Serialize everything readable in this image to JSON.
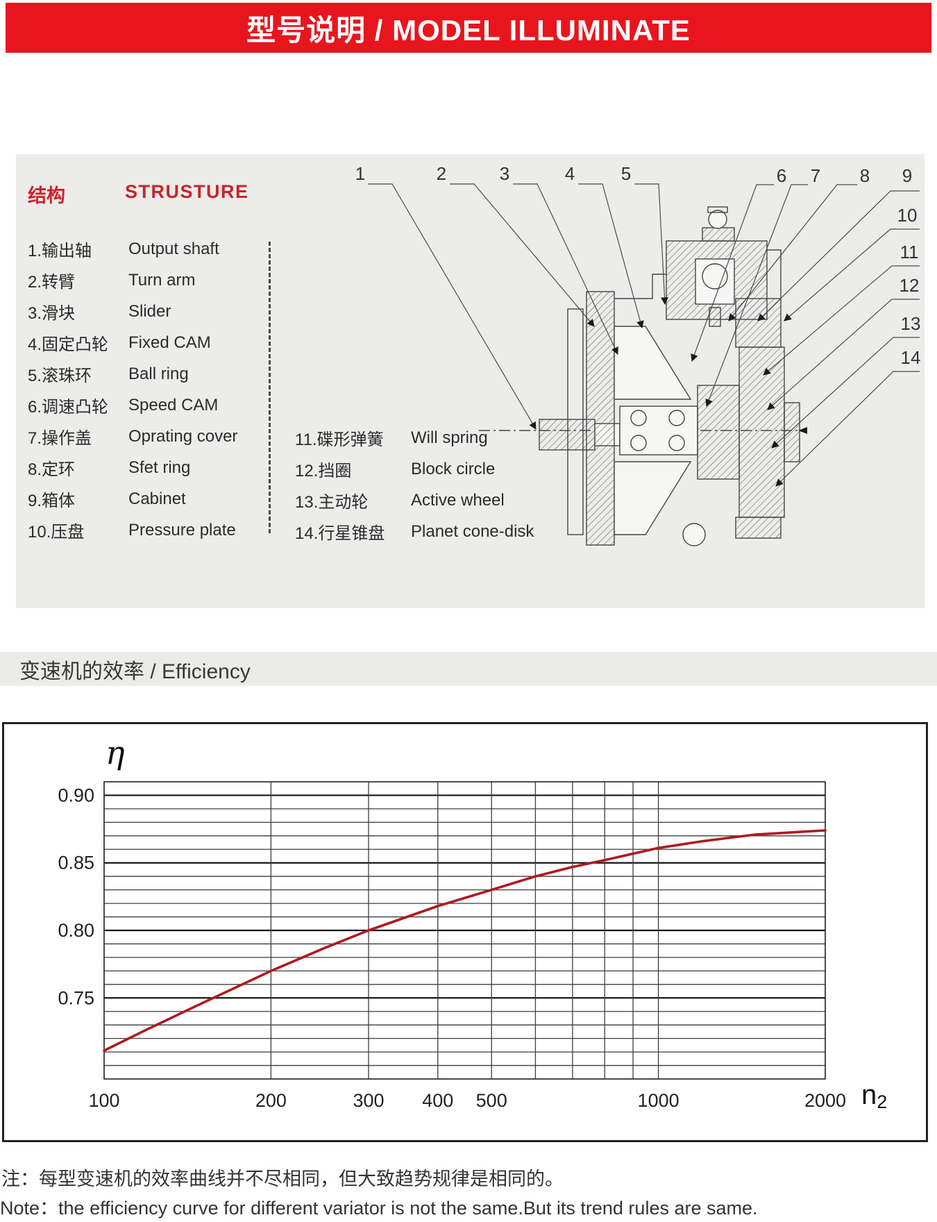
{
  "banner": {
    "title": "型号说明 / MODEL ILLUMINATE"
  },
  "structure": {
    "heading_zh": "结构",
    "heading_en": "STRUSTURE",
    "col1": [
      {
        "zh": "1.输出轴",
        "en": "Output shaft"
      },
      {
        "zh": "2.转臂",
        "en": "Turn arm"
      },
      {
        "zh": "3.滑块",
        "en": "Slider"
      },
      {
        "zh": "4.固定凸轮",
        "en": "Fixed CAM"
      },
      {
        "zh": "5.滚珠环",
        "en": "Ball ring"
      },
      {
        "zh": "6.调速凸轮",
        "en": "Speed CAM"
      },
      {
        "zh": "7.操作盖",
        "en": "Oprating cover"
      },
      {
        "zh": "8.定环",
        "en": "Sfet ring"
      },
      {
        "zh": "9.箱体",
        "en": "Cabinet"
      },
      {
        "zh": "10.压盘",
        "en": "Pressure plate"
      }
    ],
    "col2": [
      {
        "zh": "11.碟形弹簧",
        "en": "Will spring"
      },
      {
        "zh": "12.挡圈",
        "en": "Block circle"
      },
      {
        "zh": "13.主动轮",
        "en": "Active wheel"
      },
      {
        "zh": "14.行星锥盘",
        "en": "Planet cone-disk"
      }
    ]
  },
  "drawing": {
    "callouts": [
      "1",
      "2",
      "3",
      "4",
      "5",
      "6",
      "7",
      "8",
      "9",
      "10",
      "11",
      "12",
      "13",
      "14"
    ]
  },
  "efficiency": {
    "heading": "变速机的效率 / Efficiency"
  },
  "chart_data": {
    "type": "line",
    "title": "",
    "xlabel": "n",
    "xlabel_sub": "2",
    "ylabel": "η",
    "x_scale": "log",
    "xlim": [
      100,
      2000
    ],
    "ylim": [
      0.69,
      0.91
    ],
    "x_ticks": [
      100,
      200,
      300,
      400,
      500,
      1000,
      2000
    ],
    "x_gridlines": [
      100,
      200,
      300,
      400,
      500,
      600,
      700,
      800,
      900,
      1000,
      2000
    ],
    "y_tick_labels": [
      "0.90",
      "0.85",
      "0.80",
      "0.75"
    ],
    "y_minor_step": 0.01,
    "grid": true,
    "legend": "none",
    "series": [
      {
        "name": "efficiency-curve",
        "color": "#b01922",
        "points": [
          [
            100,
            0.711
          ],
          [
            120,
            0.727
          ],
          [
            150,
            0.746
          ],
          [
            200,
            0.77
          ],
          [
            250,
            0.787
          ],
          [
            300,
            0.8
          ],
          [
            400,
            0.818
          ],
          [
            500,
            0.83
          ],
          [
            600,
            0.84
          ],
          [
            700,
            0.847
          ],
          [
            800,
            0.852
          ],
          [
            1000,
            0.861
          ],
          [
            1200,
            0.866
          ],
          [
            1500,
            0.871
          ],
          [
            2000,
            0.874
          ]
        ]
      }
    ]
  },
  "notes": {
    "zh": "注：每型变速机的效率曲线并不尽相同，但大致趋势规律是相同的。",
    "en": "Note：the efficiency curve for different variator is not the same.But its trend rules are same."
  },
  "colors": {
    "banner_red": "#e8151e",
    "heading_red": "#c8242b",
    "panel_grey": "#ececea",
    "curve_red": "#b01922",
    "grid_line": "#3d3d3d"
  }
}
